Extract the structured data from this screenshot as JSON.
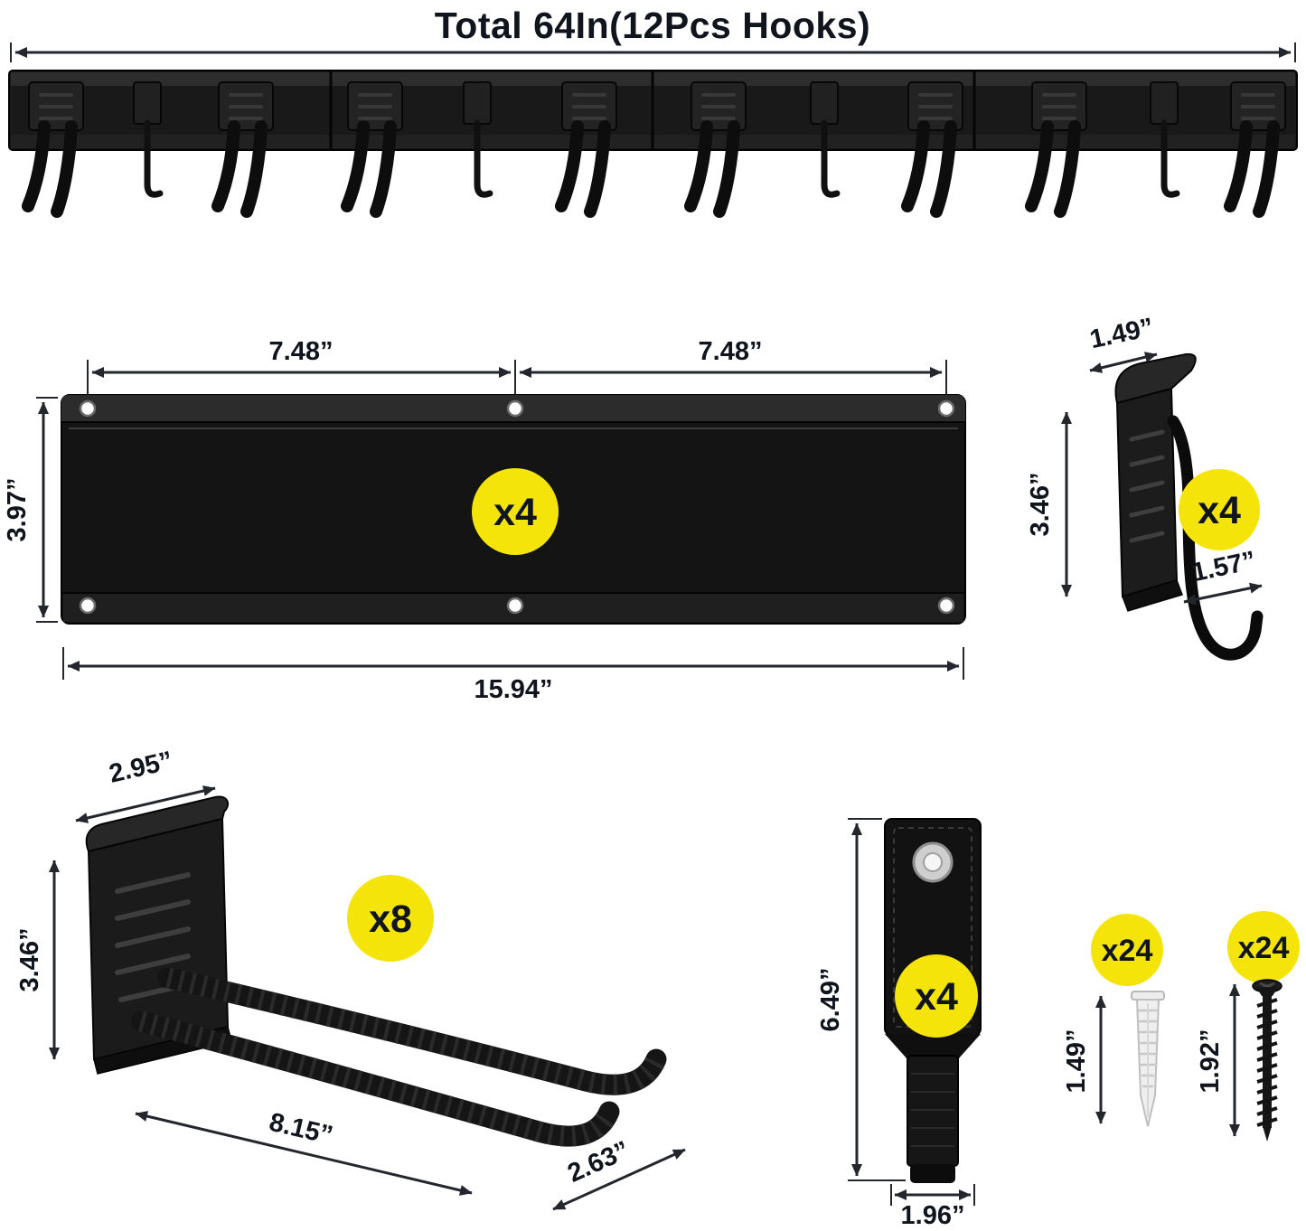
{
  "title": "Total 64In(12Pcs Hooks)",
  "rail": {
    "badge": "x4",
    "dim_hole_left": "7.48”",
    "dim_hole_right": "7.48”",
    "dim_height": "3.97”",
    "dim_length": "15.94”"
  },
  "j_hook": {
    "badge": "x4",
    "dim_width": "1.49”",
    "dim_height": "3.46”",
    "dim_depth": "1.57”"
  },
  "flat_hook": {
    "badge": "x8",
    "dim_width": "2.95”",
    "dim_height": "3.46”",
    "dim_length": "8.15”",
    "dim_spread": "2.63”"
  },
  "strap": {
    "badge": "x4",
    "dim_height": "6.49”",
    "dim_width": "1.96”"
  },
  "anchor": {
    "badge": "x24",
    "dim_height": "1.49”"
  },
  "screw": {
    "badge": "x24",
    "dim_height": "1.92”"
  },
  "colors": {
    "badge_yellow": "#F4E409",
    "ink": "#10141c",
    "product_black": "#141414"
  }
}
